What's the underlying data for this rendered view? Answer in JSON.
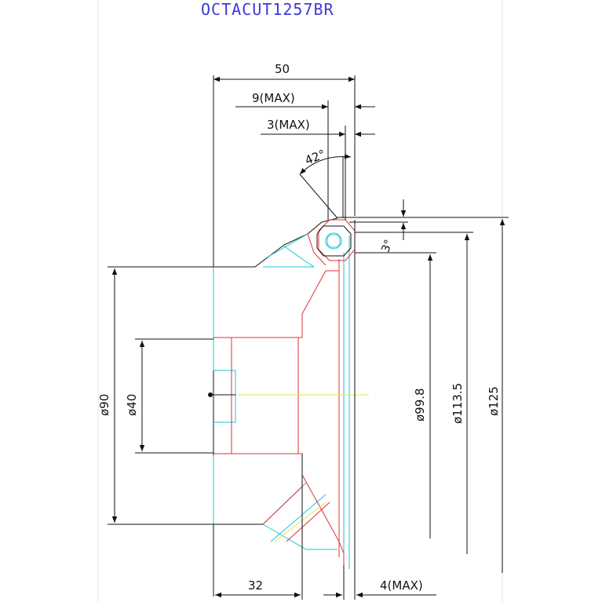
{
  "title": "OCTACUT1257BR",
  "dimensions": {
    "top_width": "50",
    "max_9": "9(MAX)",
    "max_3": "3(MAX)",
    "angle_42": "42°",
    "angle_3": "3°",
    "dia_90": "ø90",
    "dia_40": "ø40",
    "dia_99_8": "ø99.8",
    "dia_113_5": "ø113.5",
    "dia_125": "ø125",
    "bottom_32": "32",
    "max_4": "4(MAX)"
  },
  "colors": {
    "title": "#3a3ad8",
    "dimension_lines": "#111111",
    "section_red": "#e03030",
    "contour_cyan": "#19c6d6",
    "centerline_yellow": "#e8e050"
  }
}
